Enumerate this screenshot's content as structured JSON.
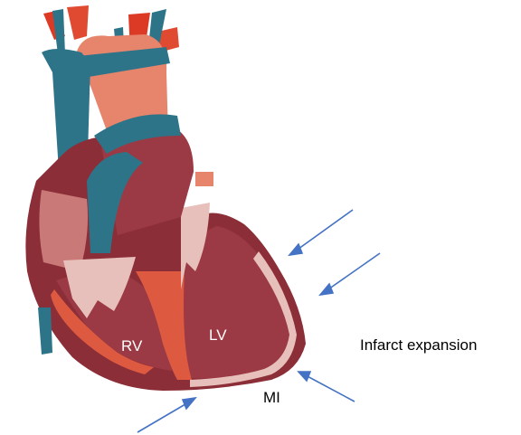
{
  "labels": {
    "rv": "RV",
    "lv": "LV",
    "mi": "MI",
    "infarct": "Infarct expansion"
  },
  "colors": {
    "vein_blue": "#2d7489",
    "artery_red": "#dd3a26",
    "aorta_salmon": "#e6846c",
    "myocardium": "#8c2e38",
    "cavity_pink": "#d9a09c",
    "infarct_pale": "#e8c0bb",
    "arrow_blue": "#4472c4"
  }
}
